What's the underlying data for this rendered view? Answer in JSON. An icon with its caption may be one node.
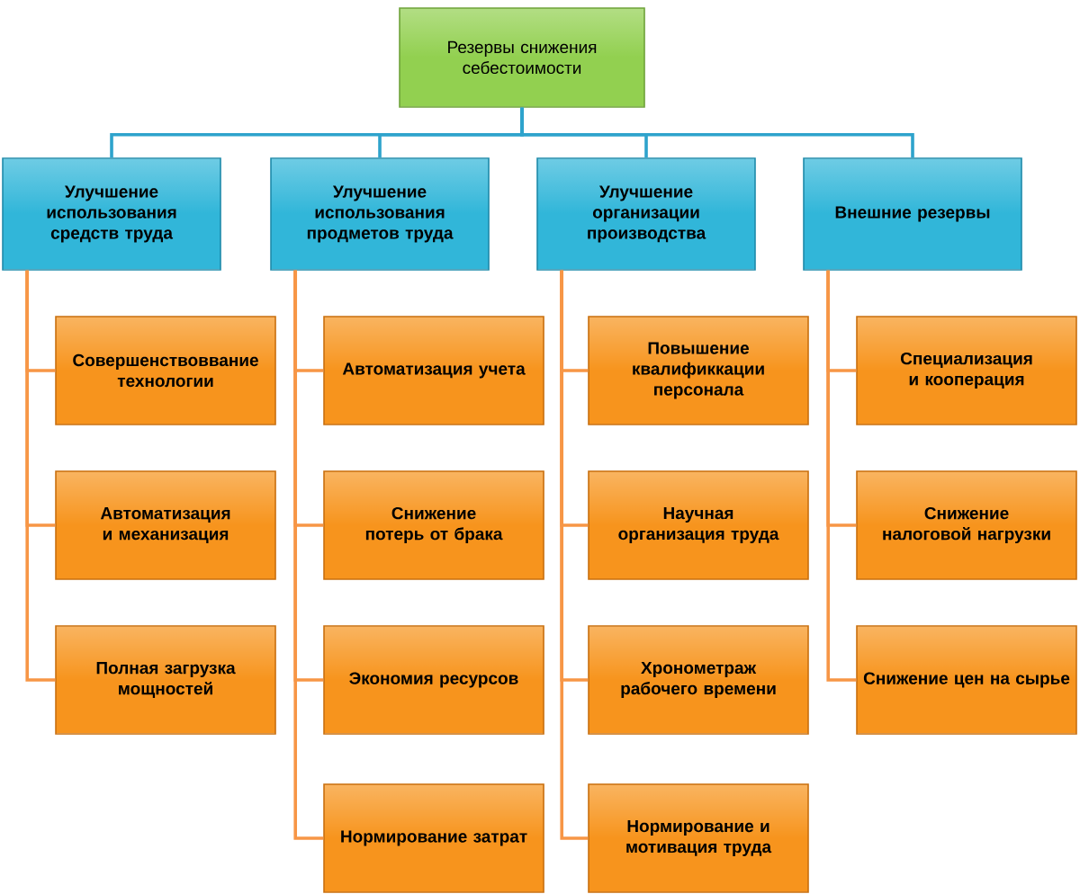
{
  "diagram": {
    "nodes": [
      {
        "text": [
          "Резервы снижения себестоимости"
        ]
      },
      {
        "text": [
          "Улучшение использования средств труда"
        ]
      },
      {
        "text": [
          "Улучшение использования продметов труда"
        ]
      },
      {
        "text": [
          "Улучшение организации производства"
        ]
      },
      {
        "text": [
          "Внешние резервы"
        ]
      },
      {
        "text": [
          "Совершенствоввание технологии"
        ]
      },
      {
        "text": [
          "Автоматизация и механизация"
        ]
      },
      {
        "text": [
          "Полная загрузка мощностей"
        ]
      },
      {
        "text": [
          "Автоматизация учета"
        ]
      },
      {
        "text": [
          "Снижение потерь от брака"
        ]
      },
      {
        "text": [
          "Экономия ресурсов"
        ]
      },
      {
        "text": [
          "Нормирование затрат"
        ]
      },
      {
        "text": [
          "Повышение квалификкации персонала"
        ]
      },
      {
        "text": [
          "Научная организация труда"
        ]
      },
      {
        "text": [
          "Хронометраж рабочего времени"
        ]
      },
      {
        "text": [
          "Нормирование и мотивация труда"
        ]
      },
      {
        "text": [
          "Специализация и кооперация"
        ]
      },
      {
        "text": [
          "Снижение налоговой нагрузки"
        ]
      },
      {
        "text": [
          "Снижение цен на сырье"
        ]
      }
    ],
    "edges": [
      {
        "from": 0,
        "to": 1,
        "arrow": "none",
        "color": "#2ea3cc"
      },
      {
        "from": 0,
        "to": 2,
        "arrow": "none",
        "color": "#2ea3cc"
      },
      {
        "from": 0,
        "to": 3,
        "arrow": "none",
        "color": "#2ea3cc"
      },
      {
        "from": 0,
        "to": 4,
        "arrow": "none",
        "color": "#2ea3cc"
      },
      {
        "from": 1,
        "to": 5,
        "arrow": "none"
      },
      {
        "from": 1,
        "to": 6,
        "arrow": "none"
      },
      {
        "from": 1,
        "to": 7,
        "arrow": "none"
      },
      {
        "from": 2,
        "to": 8,
        "arrow": "none"
      },
      {
        "from": 2,
        "to": 9,
        "arrow": "none"
      },
      {
        "from": 2,
        "to": 10,
        "arrow": "none"
      },
      {
        "from": 2,
        "to": 11,
        "arrow": "none"
      },
      {
        "from": 3,
        "to": 12,
        "arrow": "none"
      },
      {
        "from": 3,
        "to": 13,
        "arrow": "none"
      },
      {
        "from": 3,
        "to": 14,
        "arrow": "none"
      },
      {
        "from": 3,
        "to": 15,
        "arrow": "none"
      },
      {
        "from": 4,
        "to": 16,
        "arrow": "none"
      },
      {
        "from": 4,
        "to": 17,
        "arrow": "none"
      },
      {
        "from": 4,
        "to": 18,
        "arrow": "none"
      }
    ]
  }
}
